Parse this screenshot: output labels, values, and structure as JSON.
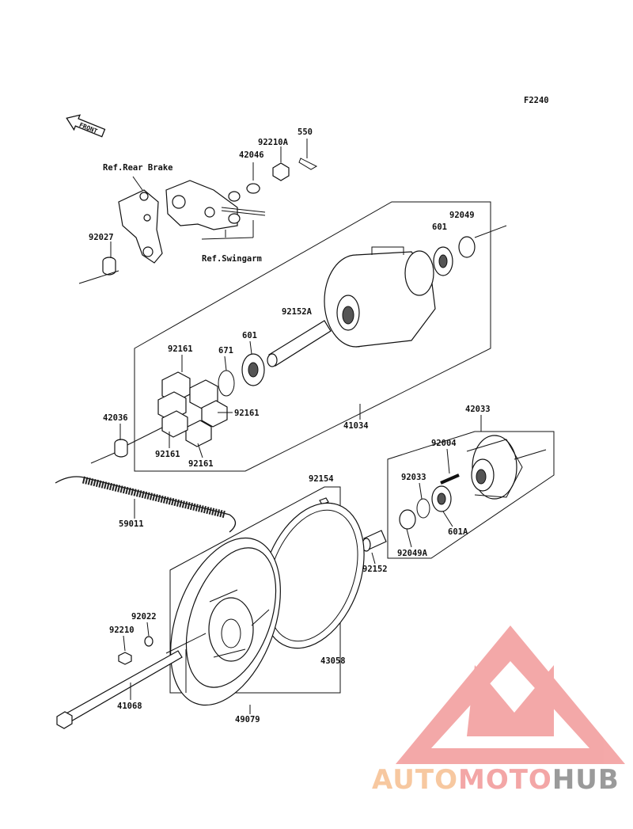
{
  "diagram": {
    "code": "F2240",
    "front_label": "FRONT",
    "refs": {
      "rear_brake": "Ref.Rear Brake",
      "swingarm": "Ref.Swingarm"
    },
    "parts": {
      "p550": "550",
      "p92210A": "92210A",
      "p42046": "42046",
      "p92027": "92027",
      "p92049": "92049",
      "p601_top": "601",
      "p92152A": "92152A",
      "p601_mid": "601",
      "p671": "671",
      "p92161_a": "92161",
      "p92161_b": "92161",
      "p92161_c": "92161",
      "p92161_d": "92161",
      "p42036": "42036",
      "p41034": "41034",
      "p42033": "42033",
      "p92004": "92004",
      "p92033": "92033",
      "p601A": "601A",
      "p92049A": "92049A",
      "p92154": "92154",
      "p92152": "92152",
      "p59011": "59011",
      "p92022": "92022",
      "p92210": "92210",
      "p43058": "43058",
      "p41068": "41068",
      "p49079": "49079"
    }
  },
  "watermark": {
    "part1": "AUTO",
    "part2": "MOTO",
    "part3": "HUB",
    "color_auto": "#f7c8a0",
    "color_moto": "#f3a6a6",
    "color_hub": "#9a9a9a",
    "logo_color": "#f08080"
  }
}
